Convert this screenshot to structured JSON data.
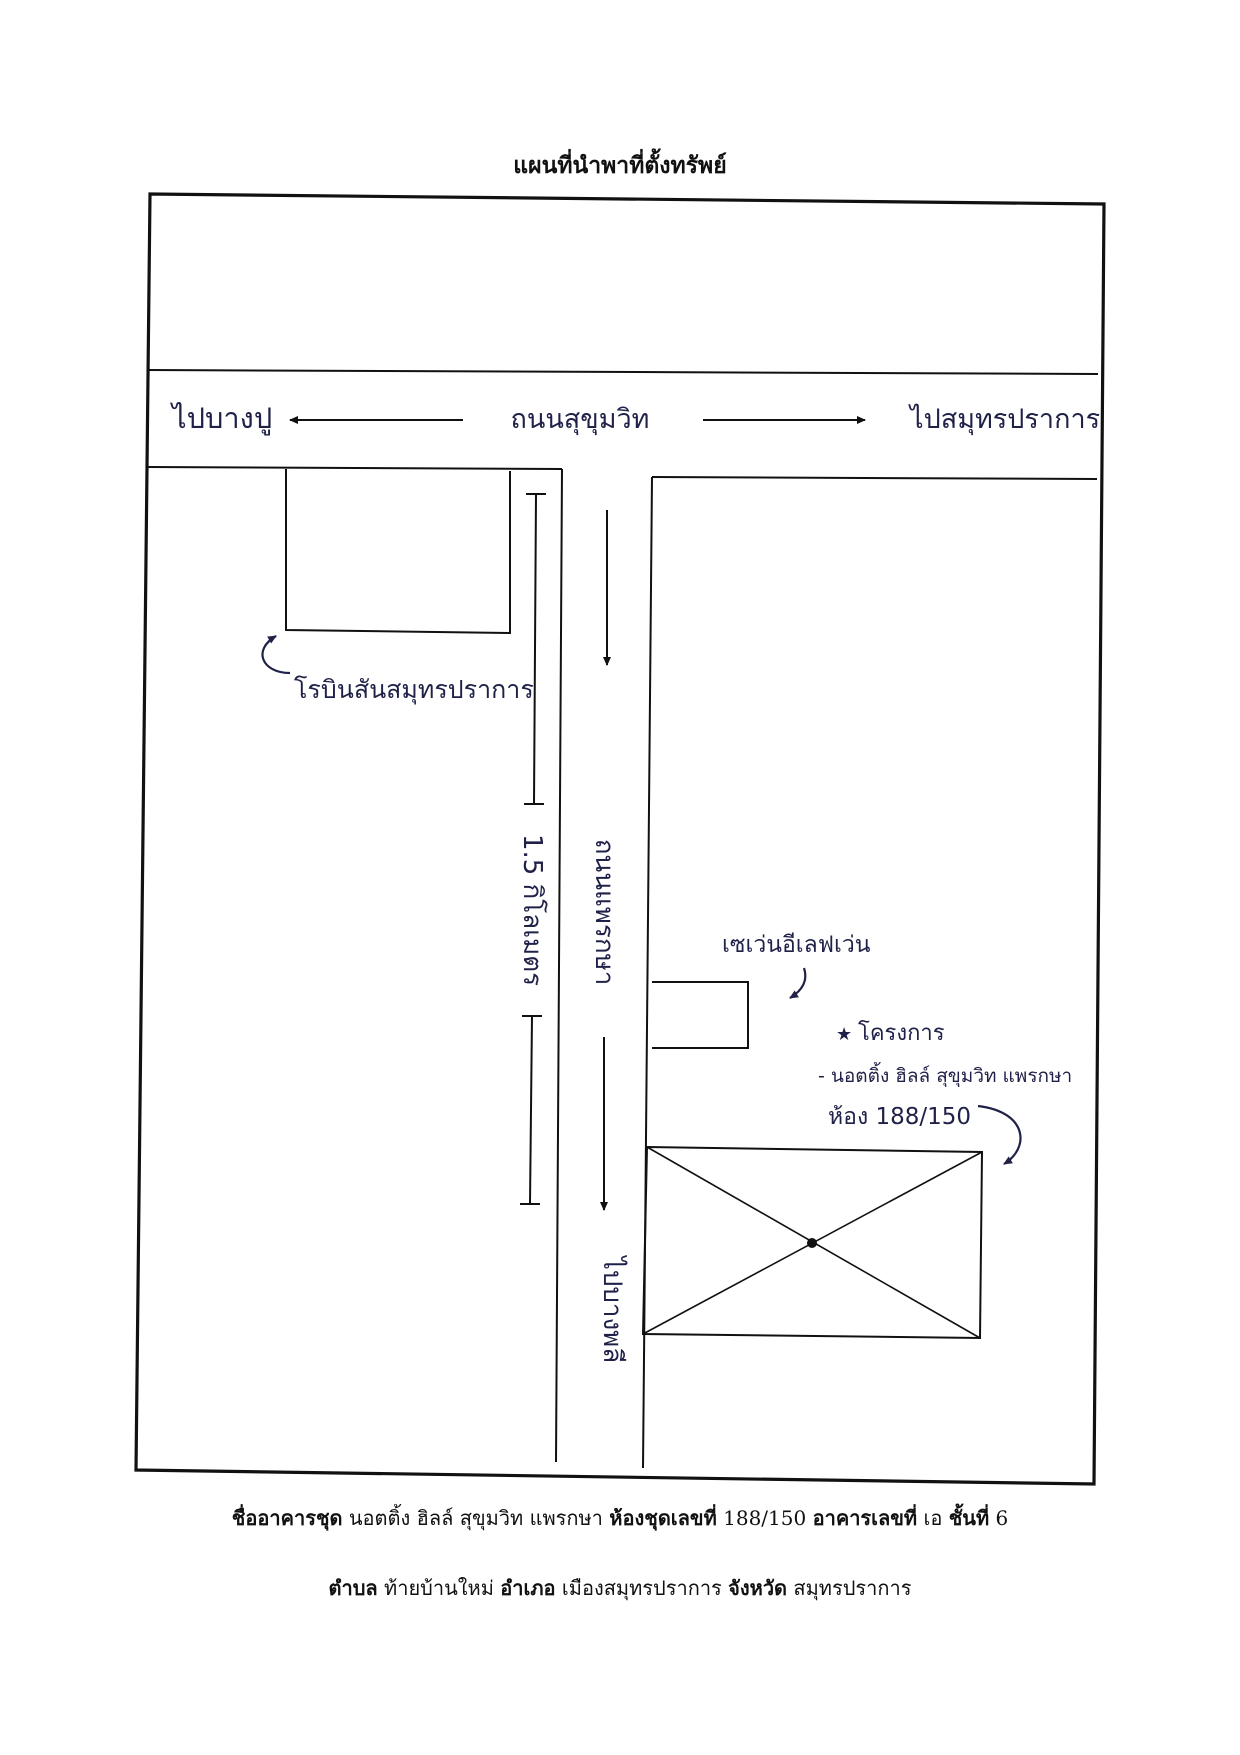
{
  "title": "แผนที่นำพาที่ตั้งทรัพย์",
  "map": {
    "main_road": "ถนนสุขุมวิท",
    "to_left": "ไปบางปู",
    "to_right": "ไปสมุทรปราการ",
    "side_road": "ถนนแพรกษา",
    "side_road_to": "ไปบางพลี",
    "distance": "1.5 กิโลเมตร",
    "landmark_robinson": "โรบินสันสมุทรปราการ",
    "landmark_711": "เซเว่นอีเลฟเว่น",
    "project_marker": "★",
    "project_label_1": "โครงการ",
    "project_label_2": "- นอตติ้ง ฮิลล์ สุขุมวิท แพรกษา",
    "project_label_3": "ห้อง 188/150"
  },
  "footer": {
    "line1": [
      {
        "label": "ชื่ออาคารชุด",
        "value": "นอตติ้ง ฮิลล์ สุขุมวิท แพรกษา"
      },
      {
        "label": "ห้องชุดเลขที่",
        "value": "188/150"
      },
      {
        "label": "อาคารเลขที่",
        "value": "เอ"
      },
      {
        "label": "ชั้นที่",
        "value": "6"
      }
    ],
    "line2": [
      {
        "label": "ตำบล",
        "value": "ท้ายบ้านใหม่"
      },
      {
        "label": "อำเภอ",
        "value": "เมืองสมุทรปราการ"
      },
      {
        "label": "จังหวัด",
        "value": "สมุทรปราการ"
      }
    ]
  },
  "colors": {
    "ink": "#111111",
    "handwriting": "#1f2148"
  }
}
